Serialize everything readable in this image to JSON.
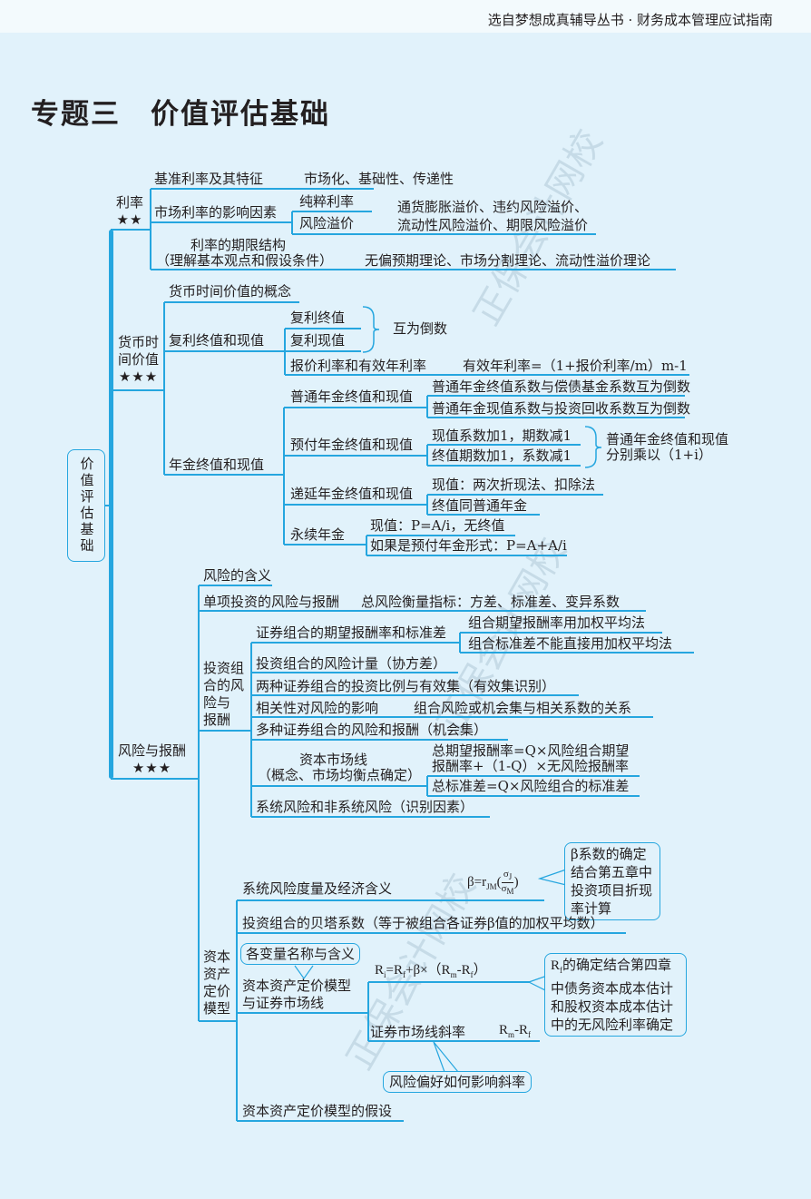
{
  "header": "选自梦想成真辅导丛书 · 财务成本管理应试指南",
  "title": "专题三　价值评估基础",
  "root": "价值评估基础",
  "interest": {
    "label": "利率",
    "stars": "★★",
    "benchmark": "基准利率及其特征",
    "benchmark_features": "市场化、基础性、传递性",
    "market_factors": "市场利率的影响因素",
    "pure_rate": "纯粹利率",
    "risk_premium": "风险溢价",
    "premiums_1": "通货膨胀溢价、违约风险溢价、",
    "premiums_2": "流动性风险溢价、期限风险溢价",
    "term_structure_1": "利率的期限结构",
    "term_structure_2": "（理解基本观点和假设条件）",
    "theories": "无偏预期理论、市场分割理论、流动性溢价理论"
  },
  "tvm": {
    "label_1": "货币时",
    "label_2": "间价值",
    "stars": "★★★",
    "concept": "货币时间价值的概念",
    "compound": "复利终值和现值",
    "compound_fv": "复利终值",
    "compound_pv": "复利现值",
    "reciprocal": "互为倒数",
    "quoted_rate": "报价利率和有效年利率",
    "effective_formula": "有效年利率=（1+报价利率/m）m-1",
    "annuity": "年金终值和现值",
    "ordinary": "普通年金终值和现值",
    "ordinary_1": "普通年金终值系数与偿债基金系数互为倒数",
    "ordinary_2": "普通年金现值系数与投资回收系数互为倒数",
    "due": "预付年金终值和现值",
    "due_1": "现值系数加1，期数减1",
    "due_2": "终值期数加1，系数减1",
    "due_note_1": "普通年金终值和现值",
    "due_note_2": "分别乘以（1+i）",
    "deferred": "递延年金终值和现值",
    "deferred_1": "现值：两次折现法、扣除法",
    "deferred_2": "终值同普通年金",
    "perpetuity": "永续年金",
    "perp_1": "现值：P=A/i，无终值",
    "perp_2": "如果是预付年金形式：P=A+A/i"
  },
  "risk": {
    "label": "风险与报酬",
    "stars": "★★★",
    "meaning": "风险的含义",
    "single": "单项投资的风险与报酬",
    "single_measure": "总风险衡量指标：方差、标准差、变异系数",
    "portfolio_label": [
      "投资组",
      "合的风",
      "险与",
      "报酬"
    ],
    "p1": "证券组合的期望报酬率和标准差",
    "p1a": "组合期望报酬率用加权平均法",
    "p1b": "组合标准差不能直接用加权平均法",
    "p2": "投资组合的风险计量（协方差）",
    "p3": "两种证券组合的投资比例与有效集（有效集识别）",
    "p4": "相关性对风险的影响",
    "p4a": "组合风险或机会集与相关系数的关系",
    "p5": "多种证券组合的风险和报酬（机会集）",
    "cml_1": "资本市场线",
    "cml_2": "（概念、市场均衡点确定）",
    "cml_a1": "总期望报酬率=Q×风险组合期望",
    "cml_a2": "报酬率+（1-Q）×无风险报酬率",
    "cml_b": "总标准差=Q×风险组合的标准差",
    "p6": "系统风险和非系统风险（识别因素）",
    "capm_label": [
      "资本",
      "资产",
      "定价",
      "模型"
    ],
    "c1": "系统风险度量及经济含义",
    "beta_note": [
      "β系数的确定",
      "结合第五章中",
      "投资项目折现",
      "率计算"
    ],
    "c2": "投资组合的贝塔系数（等于被组合各证券β值的加权平均数）",
    "variables": "各变量名称与含义",
    "c3_1": "资本资产定价模型",
    "c3_2": "与证券市场线",
    "rf_note": [
      "的确定结合第四章",
      "中债务资本成本估计",
      "和股权资本成本估计",
      "中的无风险利率确定"
    ],
    "sml_slope": "证券市场线斜率",
    "risk_pref": "风险偏好如何影响斜率",
    "c4": "资本资产定价模型的假设"
  },
  "colors": {
    "line": "#25a6df",
    "background": "#e1f2fb"
  }
}
